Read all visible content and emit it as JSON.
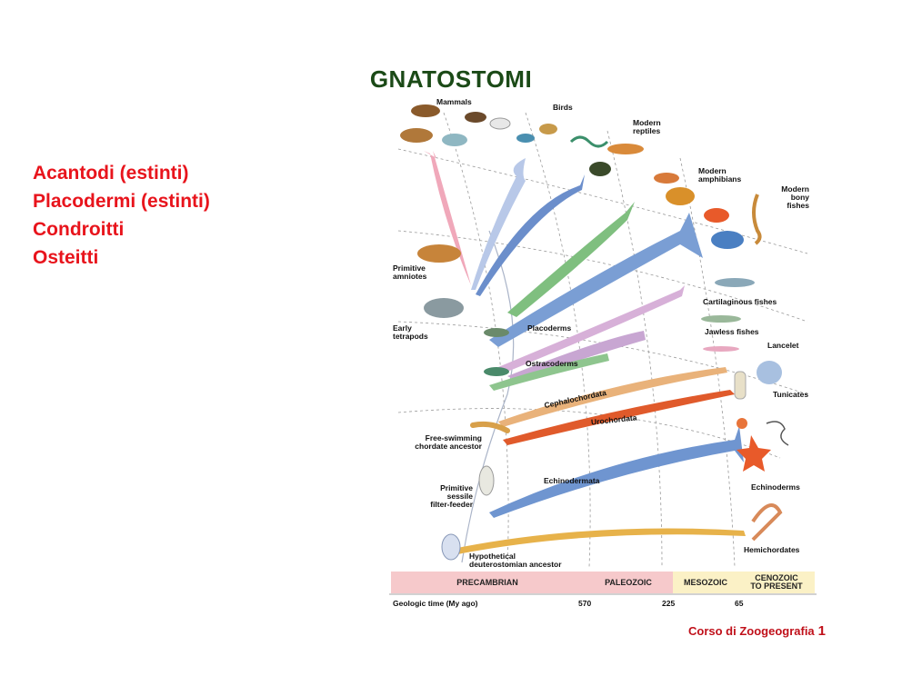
{
  "title": "GNATOSTOMI",
  "colors": {
    "title": "#1b4a17",
    "bullets": "#e8141c",
    "footer": "#c0101a",
    "precambrian": "#f6c9cb",
    "paleozoic": "#f6c9cb",
    "mesozoic": "#fbf1c6",
    "cenozoic": "#fbf1c6"
  },
  "bullets": [
    "Acantodi (estinti)",
    "Placodermi (estinti)",
    "Condroitti",
    "Osteitti"
  ],
  "figure": {
    "taxa": {
      "mammals": "Mammals",
      "birds": "Birds",
      "modern_reptiles": "Modern\nreptiles",
      "modern_amphibians": "Modern\namphibians",
      "modern_bony_fishes": "Modern\nbony\nfishes",
      "primitive_amniotes": "Primitive\namniotes",
      "cartilaginous_fishes": "Cartilaginous fishes",
      "early_tetrapods": "Early\ntetrapods",
      "placoderms": "Placoderms",
      "jawless_fishes": "Jawless fishes",
      "lancelet": "Lancelet",
      "ostracoderms": "Ostracoderms",
      "cephalochordata": "Cephalochordata",
      "tunicates": "Tunicates",
      "urochordata": "Urochordata",
      "free_swimming": "Free-swimming\nchordate ancestor",
      "echinodermata": "Echinodermata",
      "echinoderms": "Echinoderms",
      "primitive_sessile": "Primitive\nsessile\nfilter-feeder",
      "hemichordates": "Hemichordates",
      "hypothetical": "Hypothetical\ndeuterostomian ancestor"
    },
    "eras": {
      "precambrian": "PRECAMBRIAN",
      "paleozoic": "PALEOZOIC",
      "mesozoic": "MESOZOIC",
      "cenozoic": "CENOZOIC\nTO PRESENT"
    },
    "timeline": {
      "label": "Geologic time (My ago)",
      "t570": "570",
      "t225": "225",
      "t65": "65"
    }
  },
  "footer": {
    "text": "Corso di Zoogeografia",
    "page": "1"
  }
}
